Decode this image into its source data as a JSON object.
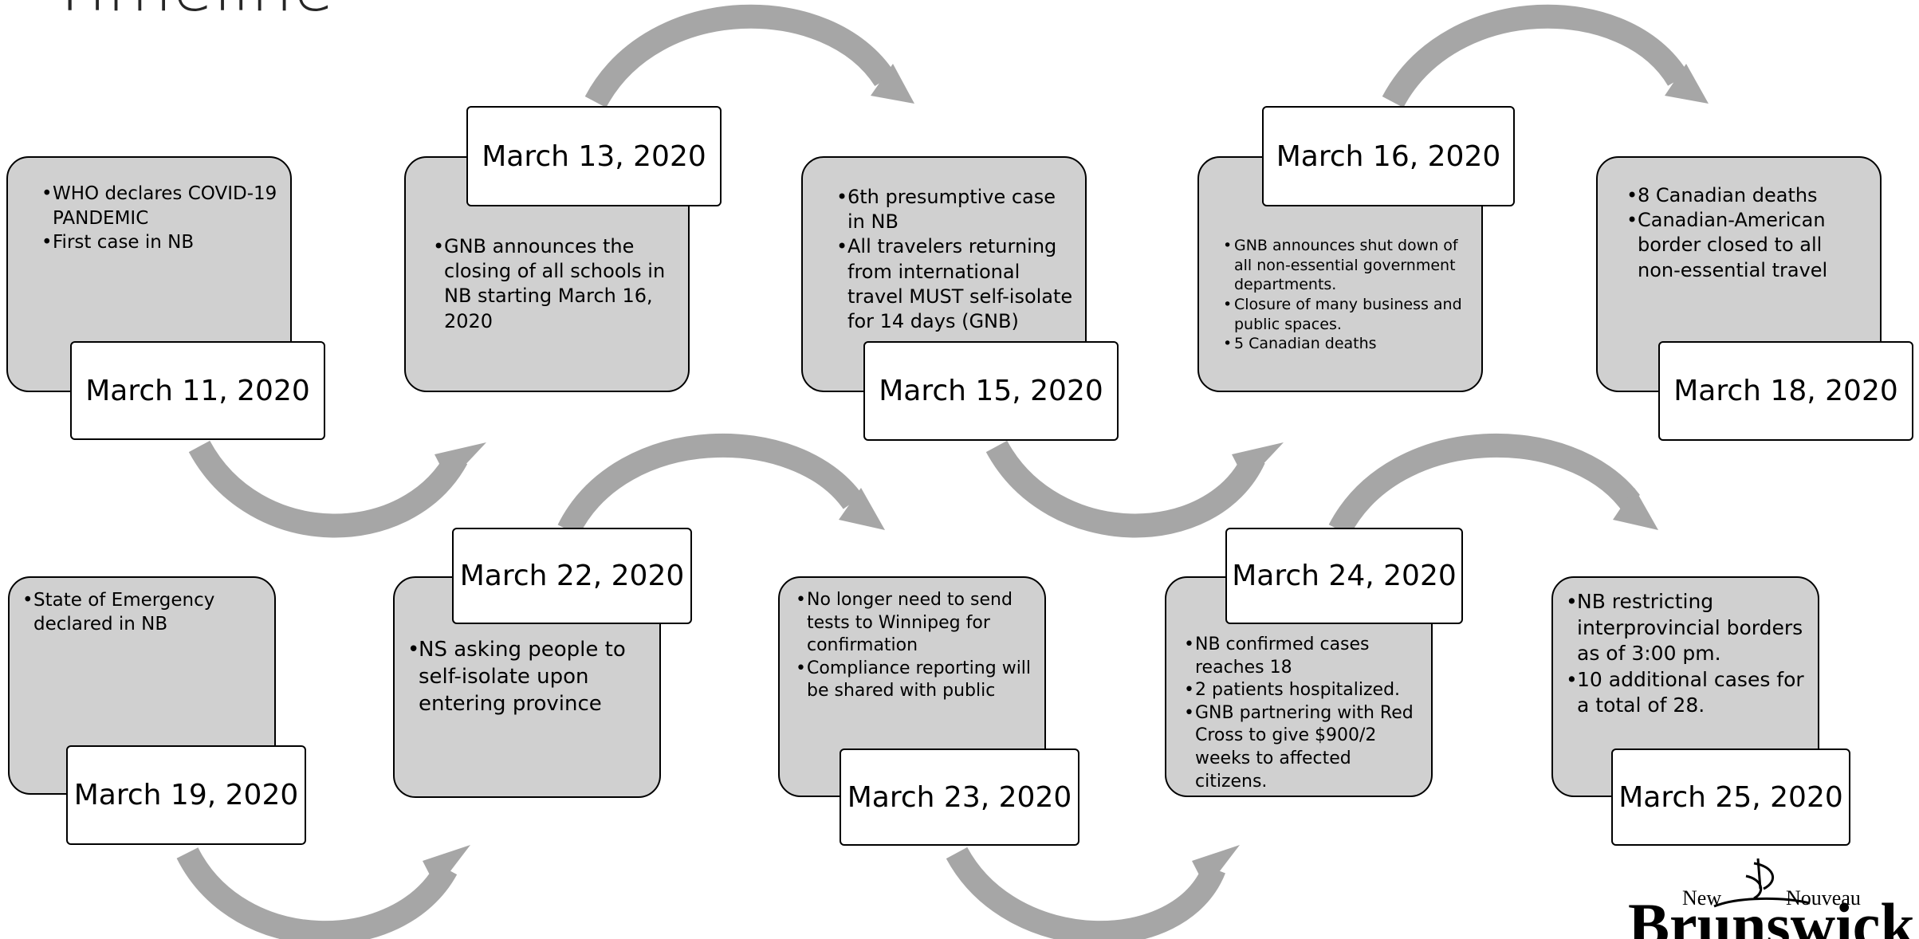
{
  "title": "Timeline",
  "events": [
    {
      "date": "March 11, 2020",
      "bullets": [
        "WHO declares COVID-19 PANDEMIC",
        "First case in NB"
      ]
    },
    {
      "date": "March 13, 2020",
      "bullets": [
        "GNB announces the closing of all schools in NB starting March 16, 2020"
      ]
    },
    {
      "date": "March 15, 2020",
      "bullets": [
        "6th presumptive case in NB",
        "All travelers returning from international travel MUST self-isolate for 14 days (GNB)"
      ]
    },
    {
      "date": "March 16, 2020",
      "bullets": [
        "GNB announces shut down of all non-essential government departments.",
        "Closure of many business and public spaces.",
        "5 Canadian deaths"
      ]
    },
    {
      "date": "March 18, 2020",
      "bullets": [
        "8 Canadian deaths",
        "Canadian-American border closed to all non-essential travel"
      ]
    },
    {
      "date": "March 19, 2020",
      "bullets": [
        "State of Emergency declared in NB"
      ]
    },
    {
      "date": "March 22, 2020",
      "bullets": [
        "NS asking people to self-isolate upon entering province"
      ]
    },
    {
      "date": "March 23, 2020",
      "bullets": [
        "No longer need to send tests to Winnipeg for confirmation",
        "Compliance reporting will be shared with public"
      ]
    },
    {
      "date": "March 24, 2020",
      "bullets": [
        "NB confirmed cases reaches 18",
        "2 patients hospitalized.",
        "GNB partnering with Red Cross to give $900/2 weeks to affected citizens."
      ]
    },
    {
      "date": "March 25, 2020",
      "bullets": [
        "NB restricting interprovincial borders as of 3:00 pm.",
        "10 additional cases for a total of 28."
      ]
    }
  ],
  "logo": {
    "en": "New",
    "fr": "Nouveau",
    "name": "Brunswick"
  }
}
